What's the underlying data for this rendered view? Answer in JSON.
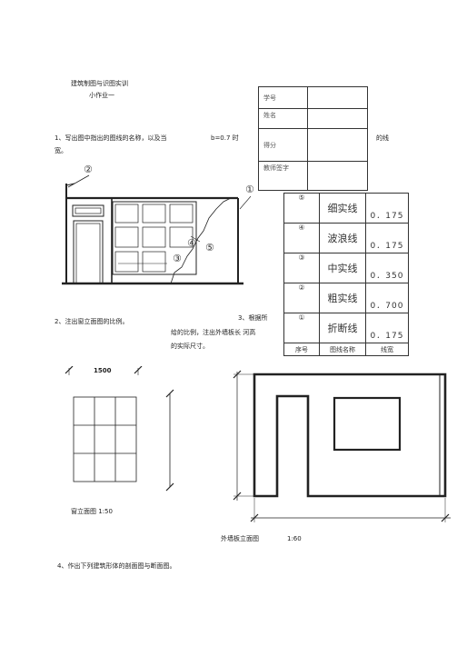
{
  "header": {
    "title": "建筑制图与识图实训",
    "subtitle": "小作业一"
  },
  "info_table": {
    "student_id": "学号",
    "name": "姓名",
    "score": "得分",
    "teacher_sign": "教师签字"
  },
  "q1": {
    "text_a": "1、写出图中指出的图线的名称，以及当",
    "b_value": "b=0.7 时",
    "text_b": "的线",
    "text_c": "宽。"
  },
  "drawing_labels": {
    "c1": "①",
    "c2": "②",
    "c3": "③",
    "c4": "④",
    "c5": "⑤"
  },
  "legend": {
    "rows": [
      {
        "num": "⑤",
        "name": "细实线",
        "width": "0．175"
      },
      {
        "num": "④",
        "name": "波浪线",
        "width": "0．175"
      },
      {
        "num": "③",
        "name": "中实线",
        "width": "0．350"
      },
      {
        "num": "②",
        "name": "粗实线",
        "width": "0．700"
      },
      {
        "num": "①",
        "name": "折断线",
        "width": "0．175"
      }
    ],
    "header": {
      "num": "序号",
      "name": "图线名称",
      "width": "线宽"
    }
  },
  "q2": {
    "text": "2、注出窗立面图的比例。"
  },
  "q3": {
    "text_a": "3、根据所",
    "text_b": "给的比例，注出外墙板长 河高",
    "text_c": "的实际尺寸。"
  },
  "window_fig": {
    "dim": "1500",
    "caption": "窗立面图 1:50"
  },
  "wall_fig": {
    "caption": "外墙板立面图",
    "scale": "1:60"
  },
  "q4": {
    "text": "4、作出下列建筑形体的剖面图与断面图。"
  }
}
